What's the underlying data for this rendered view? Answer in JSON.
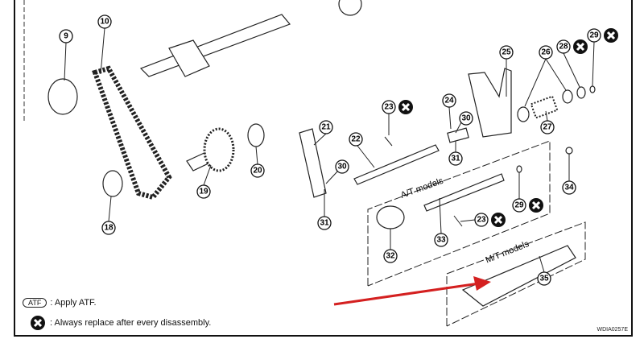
{
  "diagram": {
    "callouts": [
      "9",
      "10",
      "18",
      "19",
      "20",
      "21",
      "22",
      "23",
      "24",
      "25",
      "26",
      "27",
      "28",
      "29",
      "30",
      "30",
      "31",
      "31",
      "32",
      "33",
      "34",
      "29",
      "23",
      "35"
    ],
    "group_labels": {
      "at": "A/T models",
      "mt": "M/T models"
    },
    "replace_icon": "circle-x-icon",
    "arrow_color": "#d42020"
  },
  "legend": {
    "atf_symbol": "ATF",
    "atf_text": ": Apply ATF.",
    "replace_text": ": Always replace after every disassembly."
  },
  "figure_code": "WDIA0257E"
}
